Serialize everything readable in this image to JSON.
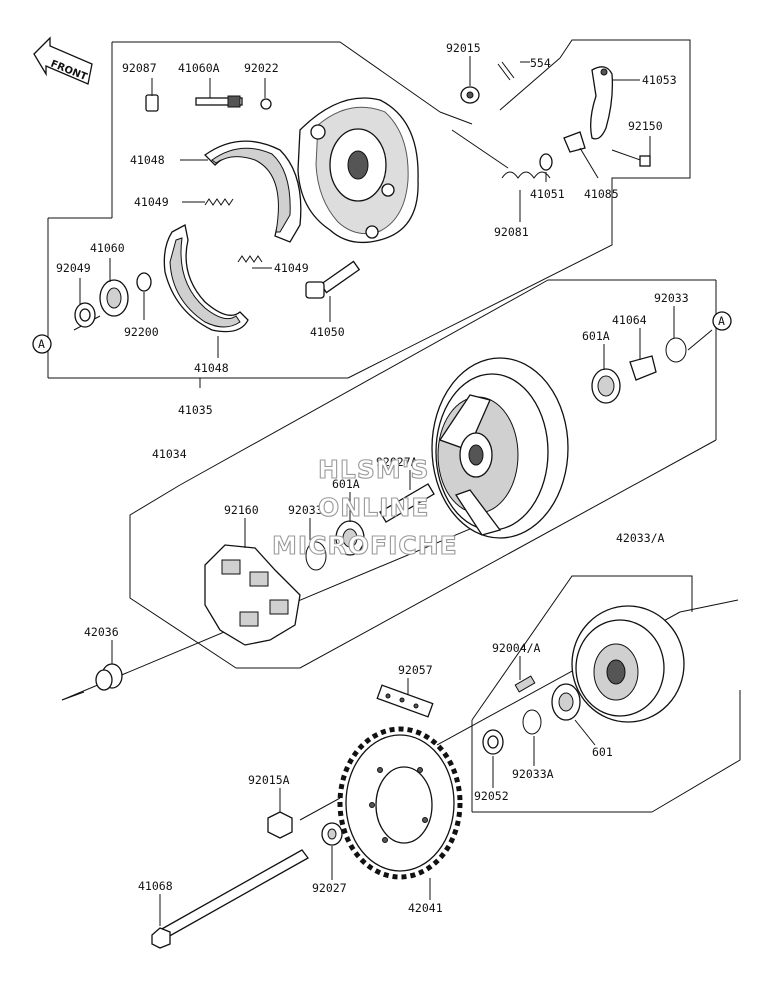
{
  "front_label": "FRONT",
  "watermark": [
    "HLSM'S",
    "ONLINE",
    "MICROFICHE"
  ],
  "ref_markers": [
    "A",
    "A"
  ],
  "labels": [
    "92087",
    "41060A",
    "92022",
    "92015",
    "554",
    "41053",
    "92150",
    "41085",
    "41051",
    "92081",
    "41048",
    "41049",
    "41060",
    "92049",
    "92200",
    "41049",
    "41050",
    "41048",
    "41035",
    "92033",
    "41064",
    "601A",
    "41034",
    "92027A",
    "601A",
    "92160",
    "92033",
    "42033/A",
    "92004/A",
    "42036",
    "92057",
    "601",
    "92033A",
    "92052",
    "92015A",
    "92027",
    "42041",
    "41068"
  ]
}
